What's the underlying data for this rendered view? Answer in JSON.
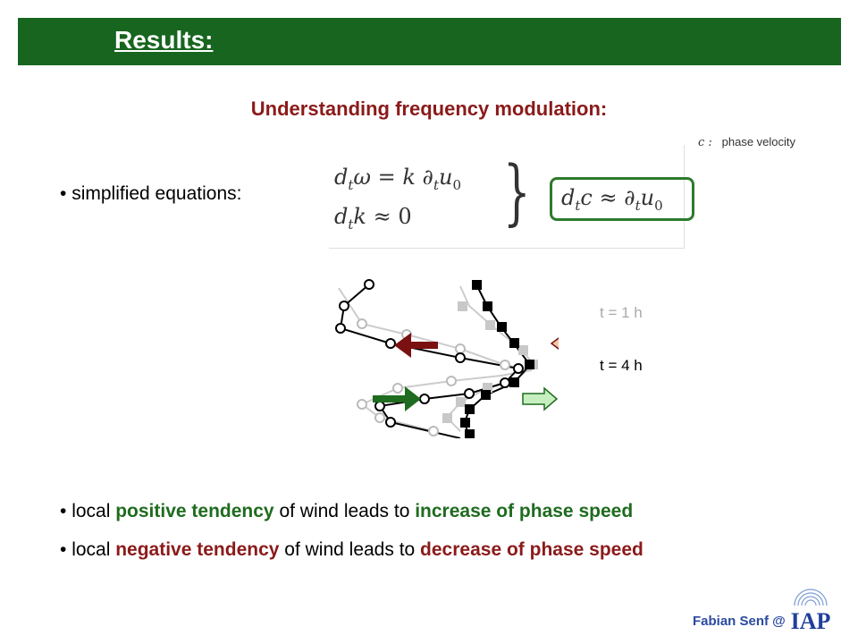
{
  "header": {
    "title": "Results:",
    "bar_color": "#17651f"
  },
  "subtitle": "Understanding frequency modulation:",
  "bullets": {
    "simplified": "simplified equations:",
    "line1": {
      "p1": "local ",
      "p2": "positive tendency",
      "p3": " of wind leads to ",
      "p4": "increase of phase speed"
    },
    "line2": {
      "p1": "local ",
      "p2": "negative tendency",
      "p3": " of wind leads to ",
      "p4": "decrease of phase speed"
    }
  },
  "equations": {
    "phase_label": {
      "symbol": "c :",
      "text": "phase velocity"
    }
  },
  "figure": {
    "legend_t1": "t = 1 h",
    "legend_t4": "t = 4 h",
    "arrow_colors": {
      "dark_red": "#7a1010",
      "light_red": "#f4c6a8",
      "dark_green": "#1f6b1f",
      "light_green": "#c6efc0"
    }
  },
  "footer": {
    "author": "Fabian Senf @",
    "logo": "IAP"
  },
  "colors": {
    "accent_red": "#8b1a1a",
    "accent_green": "#1f6b1f",
    "footer_blue": "#2b4aa0"
  }
}
